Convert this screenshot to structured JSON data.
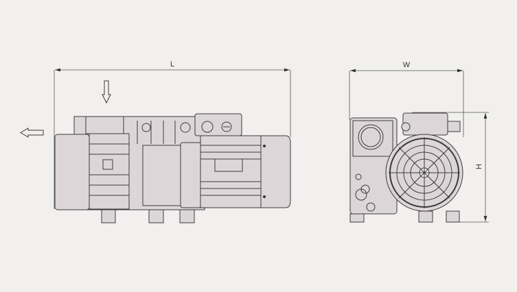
{
  "dimensions": {
    "length_label": "L",
    "width_label": "W",
    "height_label": "H"
  }
}
